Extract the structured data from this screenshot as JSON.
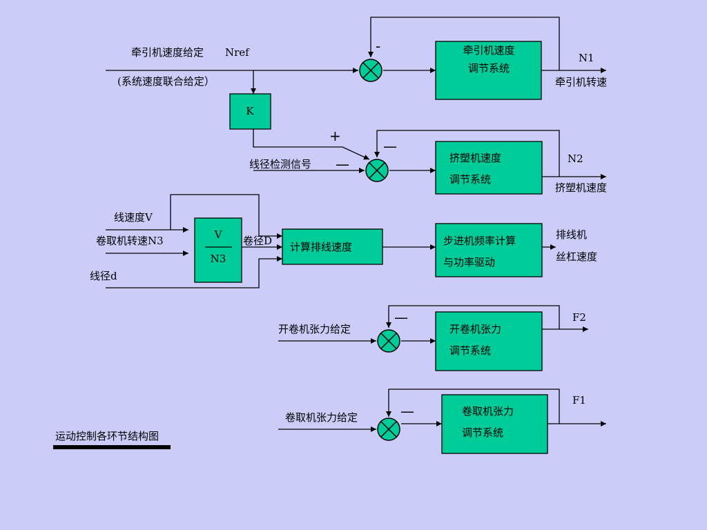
{
  "labels": {
    "traction_speed_ref": "牵引机速度给定",
    "nref": "Nref",
    "system_speed_link": "(系统速度联合给定）",
    "n1": "N1",
    "traction_output": "牵引机转速",
    "diameter_detect": "线径检测信号",
    "n2": "N2",
    "extruder_output": "挤塑机速度",
    "line_speed_v": "线速度V",
    "winder_speed_n3": "卷取机转速N3",
    "wire_dia_d": "线径d",
    "coil_dia_D": "卷径D",
    "cable_guide_1": "排线机",
    "cable_guide_2": "丝杠速度",
    "unwind_tension_ref": "开卷机张力给定",
    "f2": "F2",
    "winder_tension_ref": "卷取机张力给定",
    "f1": "F1",
    "diagram_caption": "运动控制各环节结构图"
  },
  "signs": {
    "minus_top": "-",
    "plus_k": "+",
    "minus_n2_fb": "—",
    "minus_detect": "—",
    "minus_unwind": "—",
    "minus_winder": "—"
  },
  "blocks": {
    "traction_line1": "牵引机速度",
    "traction_line2": "调节系统",
    "k": "K",
    "extruder_line1": "挤塑机速度",
    "extruder_line2": "调节系统",
    "ratio_num": "V",
    "ratio_den": "N3",
    "calc_speed": "计算排线速度",
    "stepper_line1": "步进机频率计算",
    "stepper_line2": "与功率驱动",
    "unwind_line1": "开卷机张力",
    "unwind_line2": "调节系统",
    "winder_line1": "卷取机张力",
    "winder_line2": "调节系统"
  }
}
